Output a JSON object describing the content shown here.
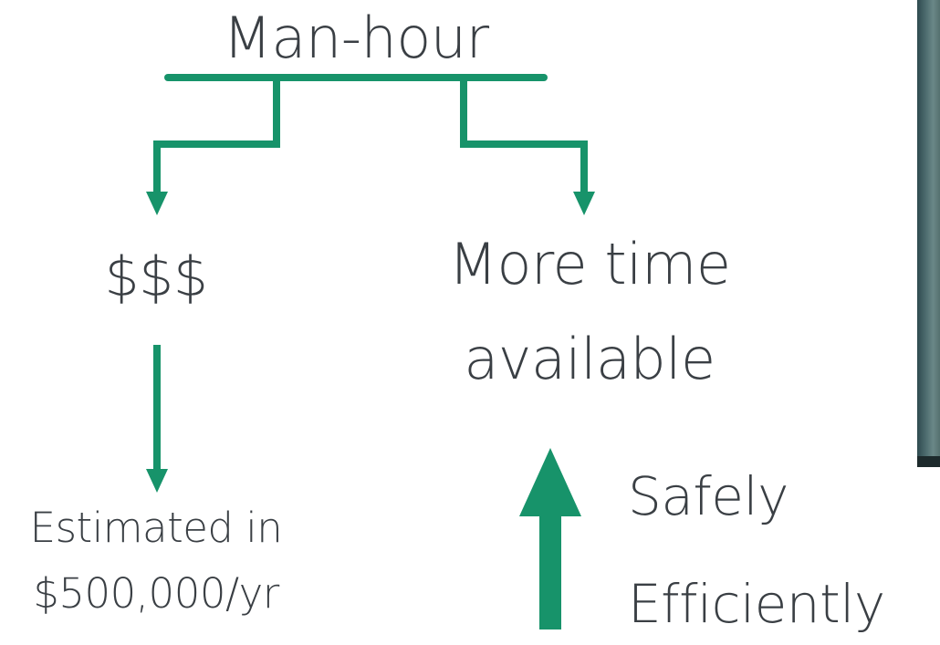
{
  "diagram": {
    "root": "Man-hour",
    "branches": {
      "cost": {
        "label": "$$$",
        "detail_line1": "Estimated in",
        "detail_line2": "$500,000/yr"
      },
      "time": {
        "line1": "More time",
        "line2": "available",
        "qualifiers": [
          "Safely",
          "Efficiently"
        ]
      }
    }
  },
  "colors": {
    "accent": "#17936a",
    "text": "#3a3f44"
  },
  "side_image": {
    "description_icon": "photo-strip"
  }
}
